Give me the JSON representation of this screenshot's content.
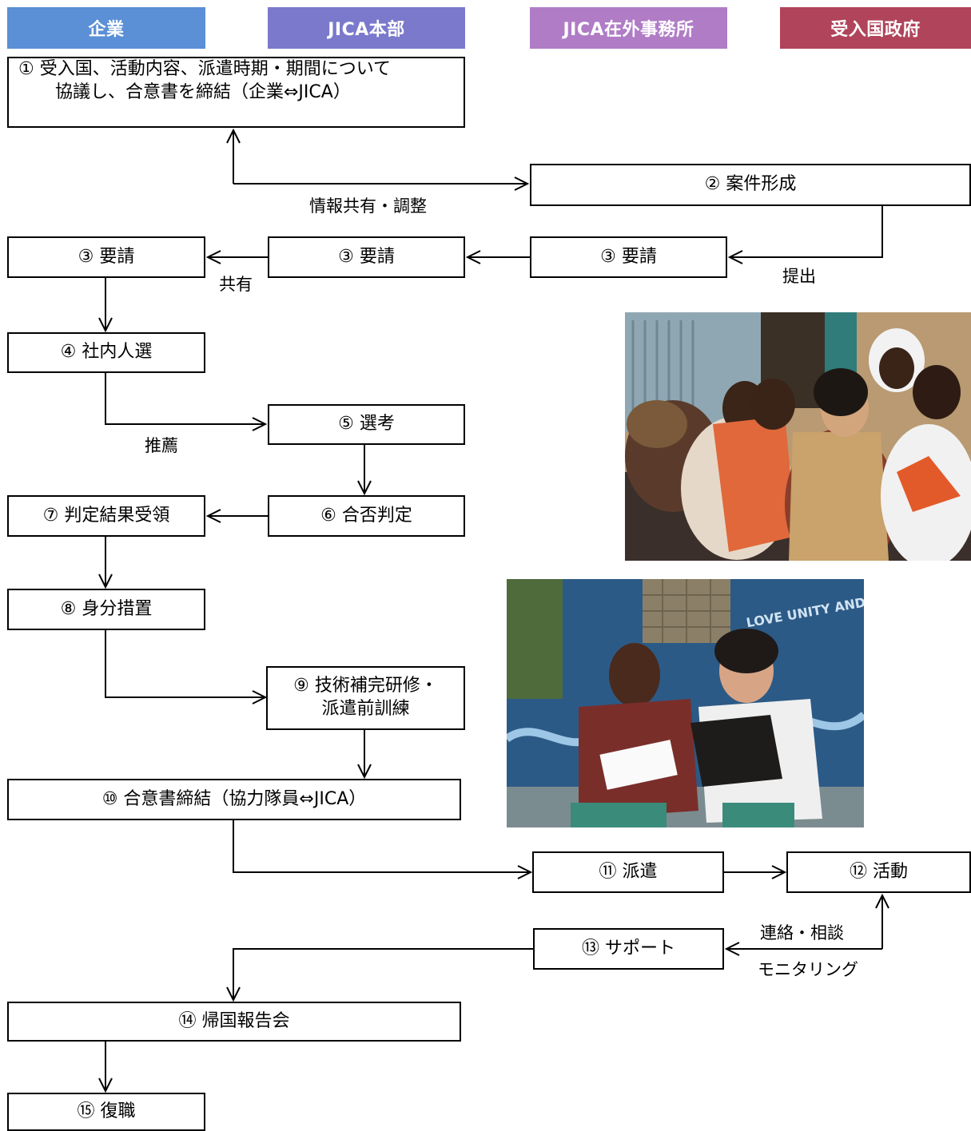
{
  "lanes": {
    "company": {
      "label": "企業",
      "color": "#5b8fd6"
    },
    "hq": {
      "label": "JICA本部",
      "color": "#7b79cc"
    },
    "office": {
      "label": "JICA在外事務所",
      "color": "#b07cc6"
    },
    "gov": {
      "label": "受入国政府",
      "color": "#b0445a"
    }
  },
  "steps": {
    "s1_line1": "① 受入国、活動内容、派遣時期・期間について",
    "s1_line2": "協議し、合意書を締結（企業⇔JICA）",
    "s2": "② 案件形成",
    "s3_company": "③ 要請",
    "s3_hq": "③ 要請",
    "s3_office": "③ 要請",
    "s4": "④ 社内人選",
    "s5": "⑤ 選考",
    "s6": "⑥ 合否判定",
    "s7": "⑦ 判定結果受領",
    "s8": "⑧ 身分措置",
    "s9_line1": "⑨ 技術補完研修・",
    "s9_line2": "派遣前訓練",
    "s10": "⑩ 合意書締結（協力隊員⇔JICA）",
    "s11": "⑪ 派遣",
    "s12": "⑫ 活動",
    "s13": "⑬ サポート",
    "s14": "⑭ 帰国報告会",
    "s15": "⑮ 復職"
  },
  "labels": {
    "info_share": "情報共有・調整",
    "submit": "提出",
    "share": "共有",
    "recommend": "推薦",
    "contact": "連絡・相談",
    "monitoring": "モニタリング"
  },
  "photos": {
    "photo1_text": "",
    "photo2_sign": "LOVE UNITY AND RESPECT"
  }
}
